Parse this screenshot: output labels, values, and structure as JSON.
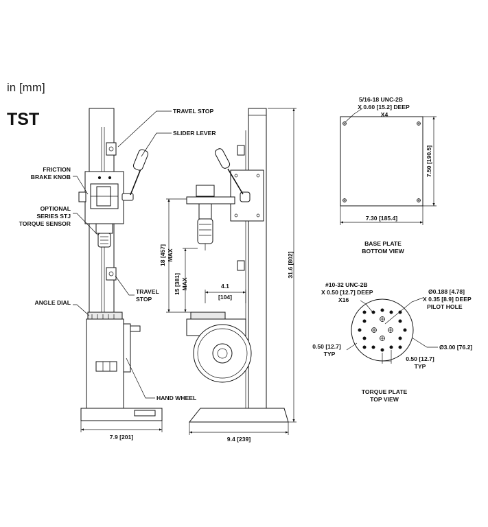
{
  "header": {
    "units": "in [mm]",
    "model": "TST"
  },
  "front_view": {
    "callouts": {
      "travel_stop_top": "TRAVEL STOP",
      "slider_lever": "SLIDER LEVER",
      "friction_brake_line1": "FRICTION",
      "friction_brake_line2": "BRAKE KNOB",
      "optional_line1": "OPTIONAL",
      "optional_line2": "SERIES STJ",
      "optional_line3": "TORQUE SENSOR",
      "travel_stop_bottom_line1": "TRAVEL",
      "travel_stop_bottom_line2": "STOP",
      "angle_dial": "ANGLE DIAL",
      "hand_wheel": "HAND WHEEL"
    },
    "width_dim": "7.9 [201]"
  },
  "side_view": {
    "travel_dim_line1": "18 [457]",
    "travel_dim_line2": "MAX",
    "travel2_dim_line1": "15 [381]",
    "travel2_dim_line2": "MAX",
    "reach_dim_line1": "4.1",
    "reach_dim_line2": "[104]",
    "height_dim": "31.6 [802]",
    "depth_dim": "9.4 [239]"
  },
  "base_plate": {
    "thread_line1": "5/16-18 UNC-2B",
    "thread_line2": "X 0.60 [15.2] DEEP",
    "thread_line3": "X4",
    "height_dim": "7.50 [190.5]",
    "width_dim": "7.30 [185.4]",
    "caption_line1": "BASE PLATE",
    "caption_line2": "BOTTOM VIEW"
  },
  "torque_plate": {
    "thread_line1": "#10-32 UNC-2B",
    "thread_line2": "X 0.50 [12.7] DEEP",
    "thread_line3": "X16",
    "pilot_line1": "Ø0.188 [4.78]",
    "pilot_line2": "X 0.35 [8.9] DEEP",
    "pilot_line3": "PILOT HOLE",
    "diameter": "Ø3.00 [76.2]",
    "typ_left_line1": "0.50 [12.7]",
    "typ_left_line2": "TYP",
    "typ_right_line1": "0.50 [12.7]",
    "typ_right_line2": "TYP",
    "caption_line1": "TORQUE PLATE",
    "caption_line2": "TOP VIEW"
  }
}
